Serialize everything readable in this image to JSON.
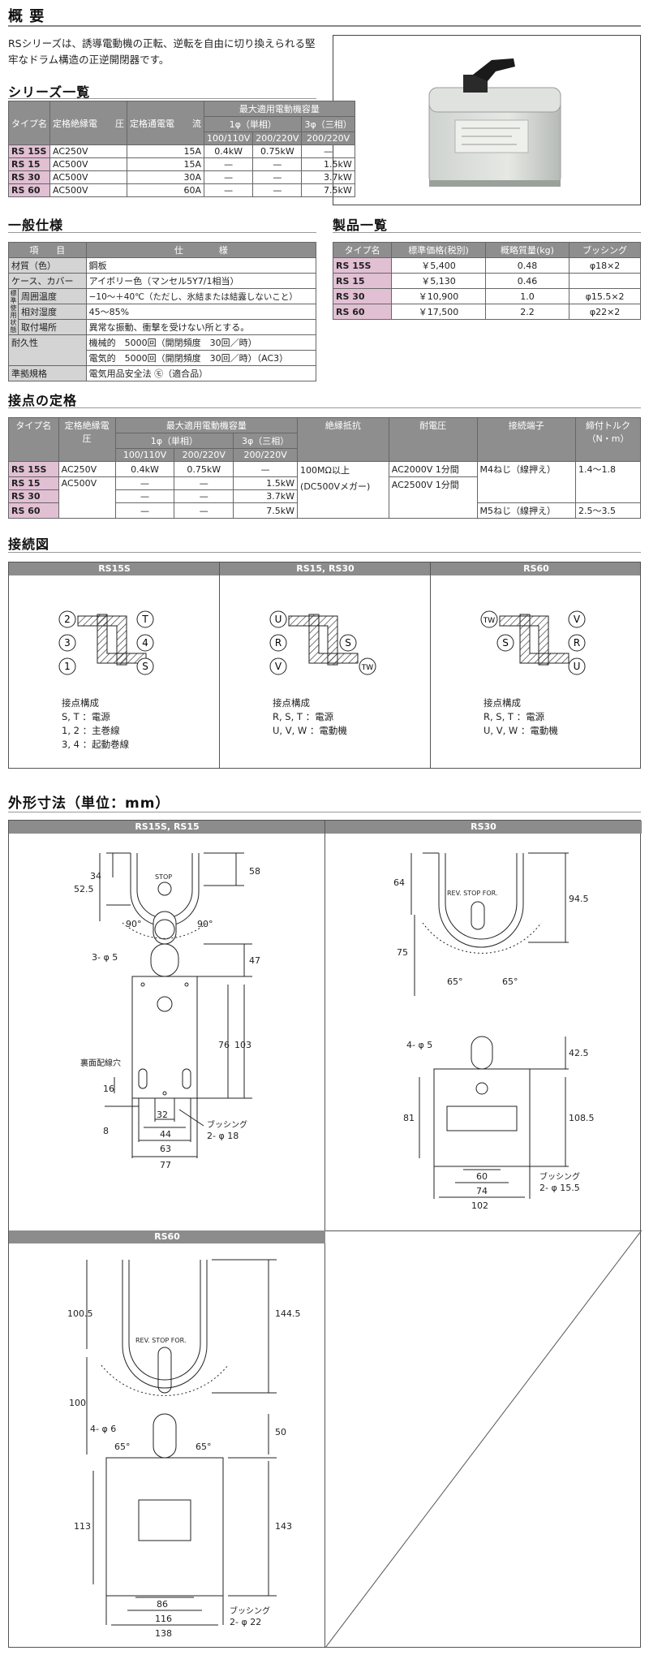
{
  "overview": {
    "title": "概 要",
    "text": "RSシリーズは、誘導電動機の正転、逆転を自由に切り換えられる堅牢なドラム構造の正逆開閉器です。"
  },
  "series": {
    "title": "シリーズ一覧",
    "headers": {
      "type": "タイプ名",
      "voltage": "定格絶縁電　　圧",
      "current": "定格通電電　　流",
      "capacity": "最大適用電動機容量",
      "single": "1φ（単相）",
      "three": "3φ（三相）",
      "v100": "100/110V",
      "v200a": "200/220V",
      "v200b": "200/220V"
    },
    "rows": [
      {
        "type": "RS 15S",
        "voltage": "AC250V",
        "current": "15A",
        "s100": "0.4kW",
        "s200": "0.75kW",
        "t200": "—"
      },
      {
        "type": "RS 15",
        "voltage": "AC500V",
        "current": "15A",
        "s100": "—",
        "s200": "—",
        "t200": "1.5kW"
      },
      {
        "type": "RS 30",
        "voltage": "AC500V",
        "current": "30A",
        "s100": "—",
        "s200": "—",
        "t200": "3.7kW"
      },
      {
        "type": "RS 60",
        "voltage": "AC500V",
        "current": "60A",
        "s100": "—",
        "s200": "—",
        "t200": "7.5kW"
      }
    ]
  },
  "general": {
    "title": "一般仕様",
    "headers": {
      "item": "項　　目",
      "spec": "仕　　　　様"
    },
    "material_label": "材質（色）",
    "material_value": "鋼板",
    "case_label": "ケース、カバー",
    "case_value": "アイボリー色（マンセル5Y7/1相当）",
    "env_group": "標準使用状態",
    "temp_label": "周囲温度",
    "temp_value": "−10〜＋40℃（ただし、氷結または結露しないこと）",
    "hum_label": "相対湿度",
    "hum_value": "45〜85%",
    "place_label": "取付場所",
    "place_value": "異常な振動、衝撃を受けない所とする。",
    "dur_label": "耐久性",
    "dur_value1": "機械的　5000回（開閉頻度　30回／時）",
    "dur_value2": "電気的　5000回（開閉頻度　30回／時）（AC3）",
    "std_label": "準拠規格",
    "std_value": "電気用品安全法 ㋲（適合品）"
  },
  "products": {
    "title": "製品一覧",
    "headers": {
      "type": "タイプ名",
      "price": "標準価格(税別)",
      "weight": "概略質量(kg)",
      "bushing": "ブッシング"
    },
    "rows": [
      {
        "type": "RS 15S",
        "price": "￥5,400",
        "weight": "0.48",
        "bushing": "φ18×2"
      },
      {
        "type": "RS 15",
        "price": "￥5,130",
        "weight": "0.46",
        "bushing": ""
      },
      {
        "type": "RS 30",
        "price": "￥10,900",
        "weight": "1.0",
        "bushing": "φ15.5×2"
      },
      {
        "type": "RS 60",
        "price": "￥17,500",
        "weight": "2.2",
        "bushing": "φ22×2"
      }
    ]
  },
  "contacts": {
    "title": "接点の定格",
    "headers": {
      "type": "タイプ名",
      "voltage": "定格絶縁電　　圧",
      "capacity": "最大適用電動機容量",
      "single": "1φ（単相）",
      "three": "3φ（三相）",
      "v100": "100/110V",
      "v200a": "200/220V",
      "v200b": "200/220V",
      "insulation": "絶縁抵抗",
      "withstand": "耐電圧",
      "terminal": "接続端子",
      "torque": "締付トルク（N・m）"
    },
    "ins_value1": "100MΩ以上",
    "ins_value2": "(DC500Vメガー)",
    "wv1": "AC2000V 1分間",
    "wv2": "AC2500V 1分間",
    "term1": "M4ねじ（線押え）",
    "term2": "M5ねじ（線押え）",
    "torque1": "1.4〜1.8",
    "torque2": "2.5〜3.5",
    "rows": [
      {
        "type": "RS 15S",
        "voltage": "AC250V",
        "s100": "0.4kW",
        "s200": "0.75kW",
        "t200": "—"
      },
      {
        "type": "RS 15",
        "voltage": "AC500V",
        "s100": "—",
        "s200": "—",
        "t200": "1.5kW"
      },
      {
        "type": "RS 30",
        "voltage": "",
        "s100": "—",
        "s200": "—",
        "t200": "3.7kW"
      },
      {
        "type": "RS 60",
        "voltage": "",
        "s100": "—",
        "s200": "—",
        "t200": "7.5kW"
      }
    ]
  },
  "wiring": {
    "title": "接続図",
    "heads": [
      "RS15S",
      "RS15, RS30",
      "RS60"
    ],
    "rs15s": {
      "labels": [
        "2",
        "T",
        "3",
        "4",
        "1",
        "S"
      ],
      "legend": [
        "接点構成",
        "S, T ：電源",
        "1, 2 ：主巻線",
        "3, 4 ：起動巻線"
      ]
    },
    "rs15": {
      "labels": [
        "U",
        "S",
        "R",
        "V",
        "TW"
      ],
      "legend": [
        "接点構成",
        "R, S, T ：電源",
        "U, V, W ：電動機"
      ]
    },
    "rs60": {
      "labels": [
        "TW",
        "V",
        "S",
        "R",
        "U"
      ],
      "legend": [
        "接点構成",
        "R, S, T ：電源",
        "U, V, W ：電動機"
      ]
    }
  },
  "dims": {
    "title": "外形寸法（単位：mm）",
    "heads": [
      "RS15S, RS15",
      "RS30",
      "RS60"
    ],
    "rs15": {
      "d34": "34",
      "d58": "58",
      "d525": "52.5",
      "a90l": "90°",
      "a90r": "90°",
      "hole": "3- φ 5",
      "d47": "47",
      "d76": "76",
      "d103": "103",
      "d16": "16",
      "back": "裏面配線穴",
      "d8": "8",
      "d32": "32",
      "d44": "44",
      "d63": "63",
      "d77": "77",
      "bush1": "ブッシング",
      "bush2": "2- φ 18",
      "plate": "STOP"
    },
    "rs30": {
      "d64": "64",
      "d945": "94.5",
      "d75": "75",
      "a65l": "65°",
      "a65r": "65°",
      "hole": "4- φ 5",
      "d425": "42.5",
      "d81": "81",
      "d1085": "108.5",
      "d60": "60",
      "d74": "74",
      "d102": "102",
      "bush1": "ブッシング",
      "bush2": "2- φ 15.5",
      "plate": "REV. STOP FOR."
    },
    "rs60": {
      "d1005": "100.5",
      "d1445": "144.5",
      "d100": "100",
      "a65l": "65°",
      "a65r": "65°",
      "hole": "4- φ 6",
      "d50": "50",
      "d113": "113",
      "d143": "143",
      "d86": "86",
      "d116": "116",
      "d138": "138",
      "bush1": "ブッシング",
      "bush2": "2- φ 22",
      "plate": "REV. STOP FOR."
    }
  },
  "colors": {
    "header_grey": "#8e8e8e",
    "type_pink": "#e2c0d4",
    "light_grey": "#d4d4d4"
  }
}
